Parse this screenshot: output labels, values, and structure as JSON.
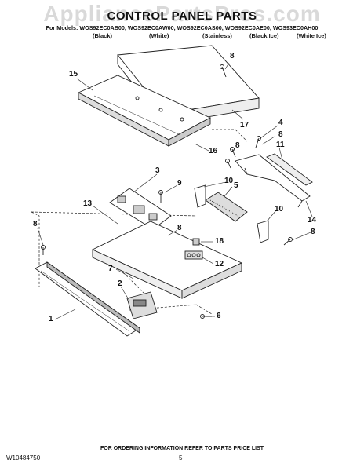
{
  "watermark": "AppliancePartsPros.com",
  "title": "CONTROL PANEL PARTS",
  "models_line": "For Models: WOS92EC0AB00, WOS92EC0AW00, WOS92EC0AS00, WOS92EC0AE00, WOS93EC0AH00",
  "finishes": [
    "(Black)",
    "(White)",
    "(Stainless)",
    "(Black Ice)",
    "(White Ice)"
  ],
  "callouts": [
    "15",
    "8",
    "17",
    "4",
    "8",
    "16",
    "8",
    "11",
    "3",
    "9",
    "10",
    "5",
    "13",
    "8",
    "8",
    "18",
    "10",
    "12",
    "14",
    "8",
    "7",
    "2",
    "1",
    "6"
  ],
  "footer": {
    "note": "FOR ORDERING INFORMATION REFER TO PARTS PRICE LIST",
    "doc_number": "W10484750",
    "page": "5"
  }
}
